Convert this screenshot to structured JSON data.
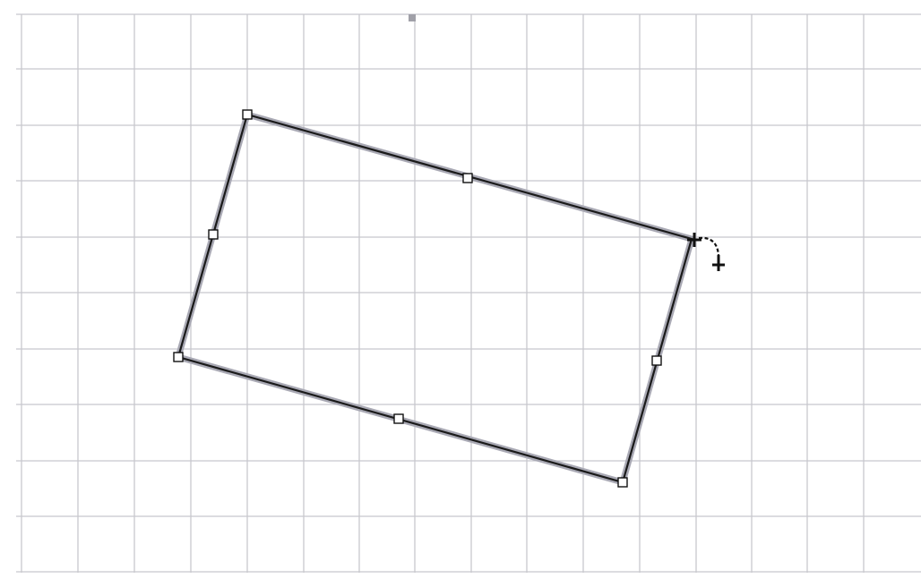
{
  "canvas": {
    "grid": "on",
    "background_color": "#ffffff",
    "grid_color": "#c8c8ce"
  },
  "shape": {
    "type": "rectangle",
    "state": "selected",
    "rotated": true,
    "stroke_color": "#1a1a1a",
    "selection_halo_color": "#a9a9b4",
    "handle_fill": "#ffffff",
    "handle_stroke": "#111111"
  },
  "rotation_handle": {
    "icon": "rotate-cursor-icon",
    "color": "#111111",
    "indicator_color": "#a0a0a8"
  }
}
